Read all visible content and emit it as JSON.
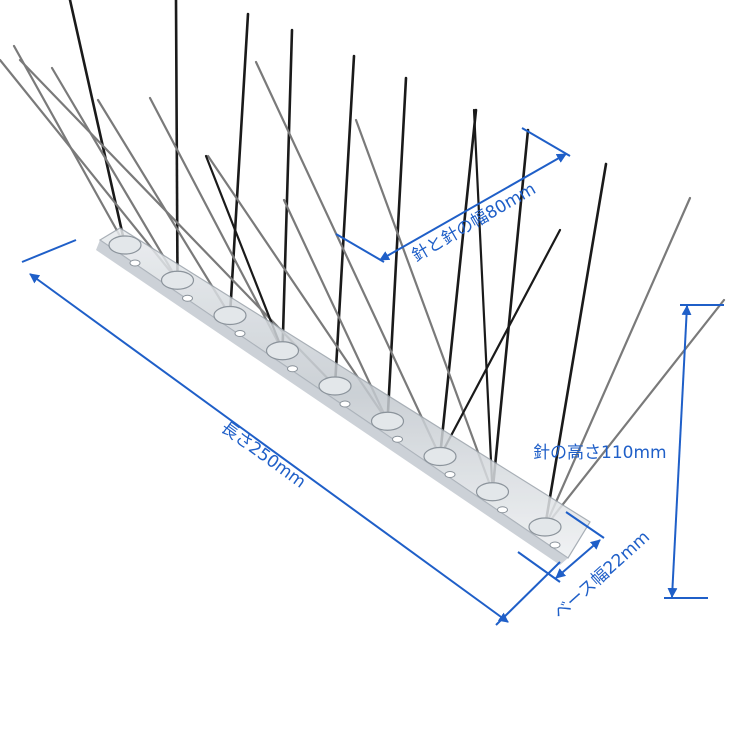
{
  "labels": {
    "length": "長さ250mm",
    "spacing": "針と針の幅80mm",
    "height": "針の高さ110mm",
    "base_width": "ベース幅22mm"
  },
  "colors": {
    "dimension": "#1f5fc8",
    "spike_dark": "#1a1a1a",
    "spike_light": "#7a7a7a",
    "base": "#c9ced4"
  },
  "icons": {
    "arrow": "arrowhead-icon"
  }
}
